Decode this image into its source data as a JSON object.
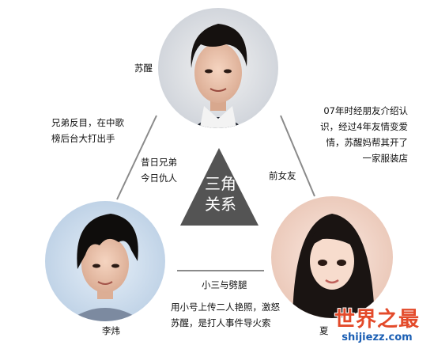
{
  "people": {
    "top": {
      "name": "苏醒"
    },
    "left": {
      "name": "李炜"
    },
    "right": {
      "name": "夏"
    }
  },
  "center": {
    "line1": "三角",
    "line2": "关系"
  },
  "edges": {
    "left_outer": [
      "兄弟反目，在中歌",
      "榜后台大打出手"
    ],
    "left_inner": [
      "昔日兄弟",
      "今日仇人"
    ],
    "right_outer": [
      "07年时经朋友介绍认",
      "识，经过4年友情变爱",
      "情，苏醒妈帮其开了",
      "一家服装店"
    ],
    "right_inner": "前女友",
    "bottom_title": "小三与劈腿",
    "bottom_desc": [
      "用小号上传二人艳照，激怒",
      "苏醒，是打人事件导火索"
    ]
  },
  "watermark": {
    "title": "世界之最",
    "url": "shijiezz.com"
  },
  "colors": {
    "triangle": "#545454",
    "lines": "#8a8a8a",
    "watermark_red": "#e34a2a",
    "watermark_blue": "#1b5fb4"
  }
}
